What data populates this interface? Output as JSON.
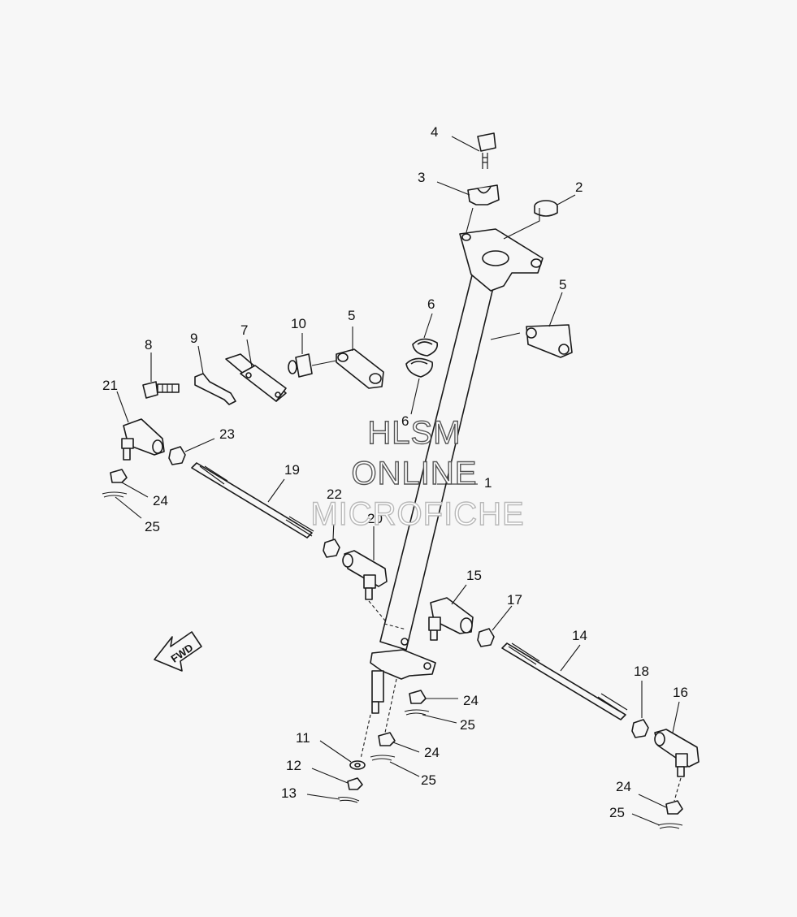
{
  "watermark": {
    "line1": "HLSM",
    "line2": "ONLINE",
    "line3": "MICROFICHE"
  },
  "fwd_label": "FWD",
  "callouts": {
    "c1": "1",
    "c2": "2",
    "c3": "3",
    "c4": "4",
    "c5a": "5",
    "c5b": "5",
    "c6a": "6",
    "c6b": "6",
    "c7": "7",
    "c8": "8",
    "c9": "9",
    "c10": "10",
    "c11": "11",
    "c12": "12",
    "c13": "13",
    "c14": "14",
    "c15": "15",
    "c16": "16",
    "c17": "17",
    "c18": "18",
    "c19": "19",
    "c20": "20",
    "c21": "21",
    "c22": "22",
    "c23": "23",
    "c24a": "24",
    "c24b": "24",
    "c24c": "24",
    "c24d": "24",
    "c25a": "25",
    "c25b": "25",
    "c25c": "25",
    "c25d": "25"
  },
  "colors": {
    "line": "#1a1a1a",
    "background": "#f7f7f7",
    "watermark_outline": "#555555"
  }
}
